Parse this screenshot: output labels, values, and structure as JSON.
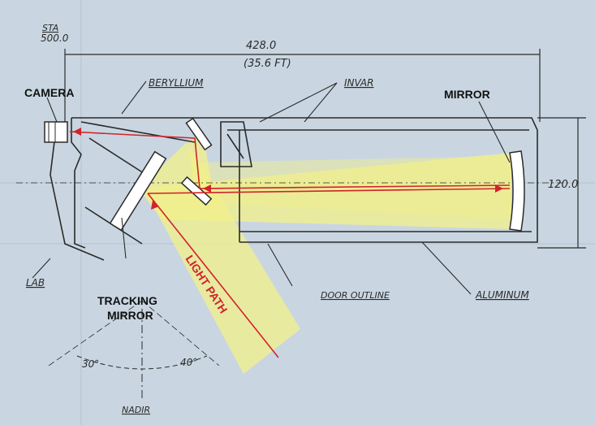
{
  "labels": {
    "sta": "STA",
    "sta_value": "500.0",
    "length": "428.0",
    "length_ft": "(35.6 FT)",
    "beryllium": "BERYLLIUM",
    "invar": "INVAR",
    "camera": "CAMERA",
    "mirror": "MIRROR",
    "height": "120.0",
    "lab": "LAB",
    "tracking_line1": "TRACKING",
    "tracking_line2": "MIRROR",
    "light_path": "LIGHT PATH",
    "door_outline": "DOOR OUTLINE",
    "aluminum": "ALUMINUM",
    "angle_left": "30°",
    "angle_right": "40°",
    "nadir": "NADIR"
  },
  "colors": {
    "background": "#c9d6e1",
    "ink": "#2a2a2a",
    "beam": "#f2f08a",
    "ray": "#d2232a"
  }
}
